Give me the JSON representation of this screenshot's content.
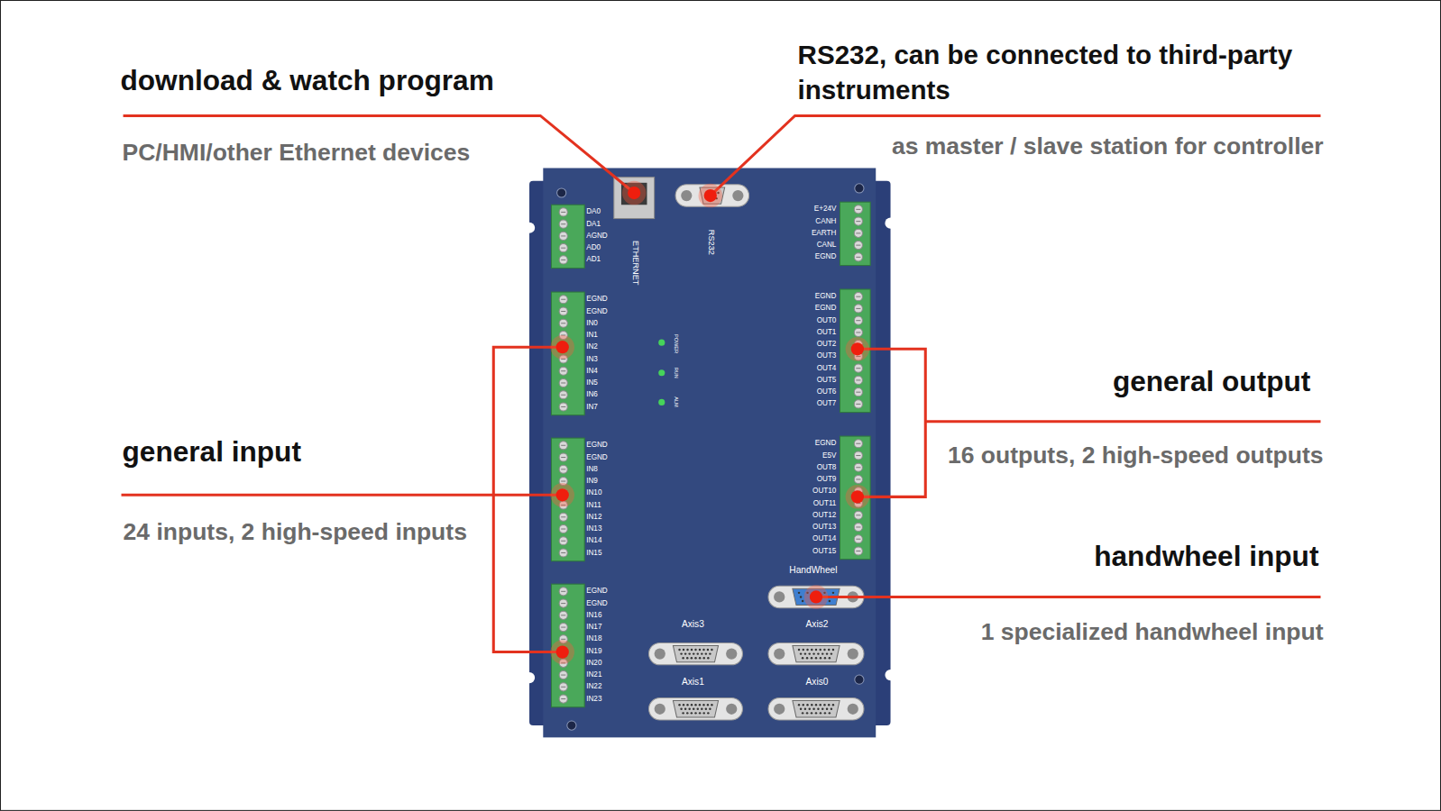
{
  "diagram": {
    "labels": [
      "download & watch program",
      "PC/HMI/other Ethernet devices",
      "RS232, can be connected to third-party instruments",
      "as master / slave station for controller",
      "general input",
      "24 inputs, 2 high-speed inputs",
      "general output",
      "16 outputs, 2 high-speed outputs",
      "handwheel input",
      "1 specialized handwheel input",
      "ETHERNET",
      "RS232",
      "POWER",
      "RUN",
      "ALM",
      "DA0",
      "DA1",
      "AGND",
      "AD0",
      "AD1",
      "EGND",
      "EGND",
      "IN0",
      "IN1",
      "IN2",
      "IN3",
      "IN4",
      "IN5",
      "IN6",
      "IN7",
      "EGND",
      "EGND",
      "IN8",
      "IN9",
      "IN10",
      "IN11",
      "IN12",
      "IN13",
      "IN14",
      "IN15",
      "EGND",
      "EGND",
      "IN16",
      "IN17",
      "IN18",
      "IN19",
      "IN20",
      "IN21",
      "IN22",
      "IN23",
      "E+24V",
      "CANH",
      "EARTH",
      "CANL",
      "EGND",
      "EGND",
      "EGND",
      "OUT0",
      "OUT1",
      "OUT2",
      "OUT3",
      "OUT4",
      "OUT5",
      "OUT6",
      "OUT7",
      "EGND",
      "E5V",
      "OUT8",
      "OUT9",
      "OUT10",
      "OUT11",
      "OUT12",
      "OUT13",
      "OUT14",
      "OUT15",
      "HandWheel",
      "Axis3",
      "Axis2",
      "Axis1",
      "Axis0"
    ]
  }
}
